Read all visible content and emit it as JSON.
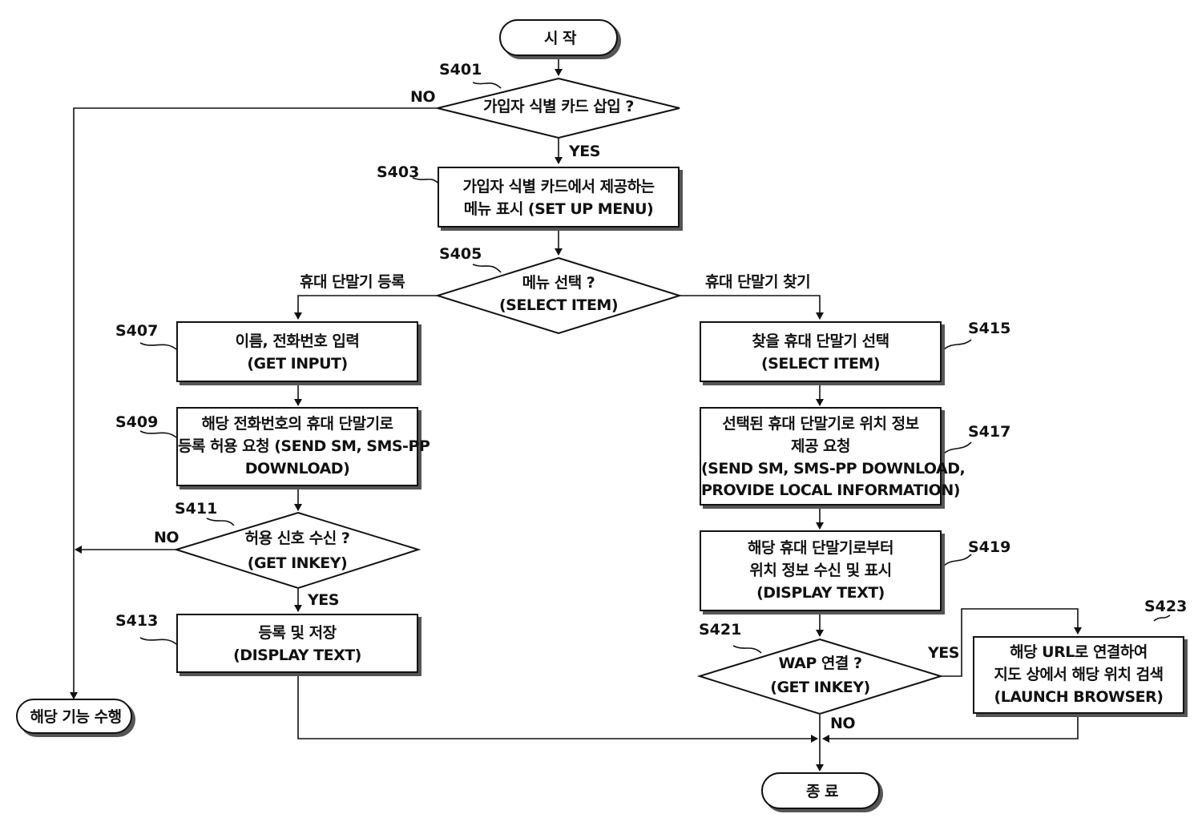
{
  "start": "시 작",
  "end": "종 료",
  "other": "해당 기능 수행",
  "s401": {
    "id": "S401",
    "text": "가입자 식별 카드 삽입 ?",
    "no": "NO",
    "yes": "YES"
  },
  "s403": {
    "id": "S403",
    "line1": "가입자 식별 카드에서 제공하는",
    "line2": "메뉴 표시 (SET UP MENU)"
  },
  "s405": {
    "id": "S405",
    "line1": "메뉴 선택 ?",
    "line2": "(SELECT ITEM)",
    "left": "휴대 단말기 등록",
    "right": "휴대 단말기 찾기"
  },
  "s407": {
    "id": "S407",
    "line1": "이름, 전화번호 입력",
    "line2": "(GET INPUT)"
  },
  "s409": {
    "id": "S409",
    "line1": "해당 전화번호의 휴대 단말기로",
    "line2": "등록 허용 요청 (SEND SM, SMS-PP",
    "line3": "DOWNLOAD)"
  },
  "s411": {
    "id": "S411",
    "line1": "허용 신호 수신 ?",
    "line2": "(GET INKEY)",
    "no": "NO",
    "yes": "YES"
  },
  "s413": {
    "id": "S413",
    "line1": "등록 및 저장",
    "line2": "(DISPLAY TEXT)"
  },
  "s415": {
    "id": "S415",
    "line1": "찾을 휴대 단말기 선택",
    "line2": "(SELECT ITEM)"
  },
  "s417": {
    "id": "S417",
    "line1": "선택된 휴대 단말기로 위치 정보",
    "line2": "제공 요청",
    "line3": "(SEND SM, SMS-PP DOWNLOAD,",
    "line4": "PROVIDE LOCAL INFORMATION)"
  },
  "s419": {
    "id": "S419",
    "line1": "해당 휴대 단말기로부터",
    "line2": "위치 정보 수신 및 표시",
    "line3": "(DISPLAY TEXT)"
  },
  "s421": {
    "id": "S421",
    "line1": "WAP 연결 ?",
    "line2": "(GET INKEY)",
    "yes": "YES",
    "no": "NO"
  },
  "s423": {
    "id": "S423",
    "line1": "해당 URL로 연결하여",
    "line2": "지도 상에서 해당 위치 검색",
    "line3": "(LAUNCH BROWSER)"
  }
}
